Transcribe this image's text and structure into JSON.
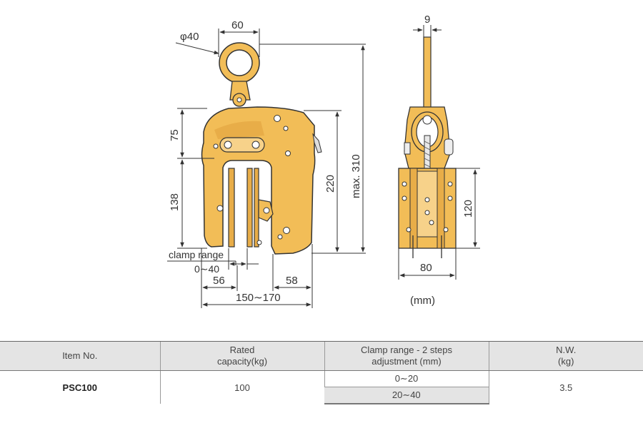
{
  "front_view": {
    "eye_diameter": "φ40",
    "eye_width": "60",
    "height_upper": "75",
    "height_lower": "138",
    "jaw_height": "220",
    "total_height": "max. 310",
    "clamp_range_label": "clamp range",
    "clamp_range_value": "0∼40",
    "throat_depth": "56",
    "jaw_offset": "58",
    "overall_width": "150∼170"
  },
  "side_view": {
    "top_thickness": "9",
    "body_height": "120",
    "body_width": "80"
  },
  "unit_note": "(mm)",
  "colors": {
    "body": "#f2bd57",
    "body_dark": "#d99a35",
    "line": "#333333"
  },
  "table": {
    "headers": {
      "item": "Item No.",
      "capacity": "Rated\ncapacity(kg)",
      "clamp": "Clamp range - 2 steps\nadjustment (mm)",
      "weight": "N.W.\n(kg)"
    },
    "row": {
      "item": "PSC100",
      "capacity": "100",
      "clamp_step1": "0∼20",
      "clamp_step2": "20∼40",
      "weight": "3.5"
    }
  }
}
